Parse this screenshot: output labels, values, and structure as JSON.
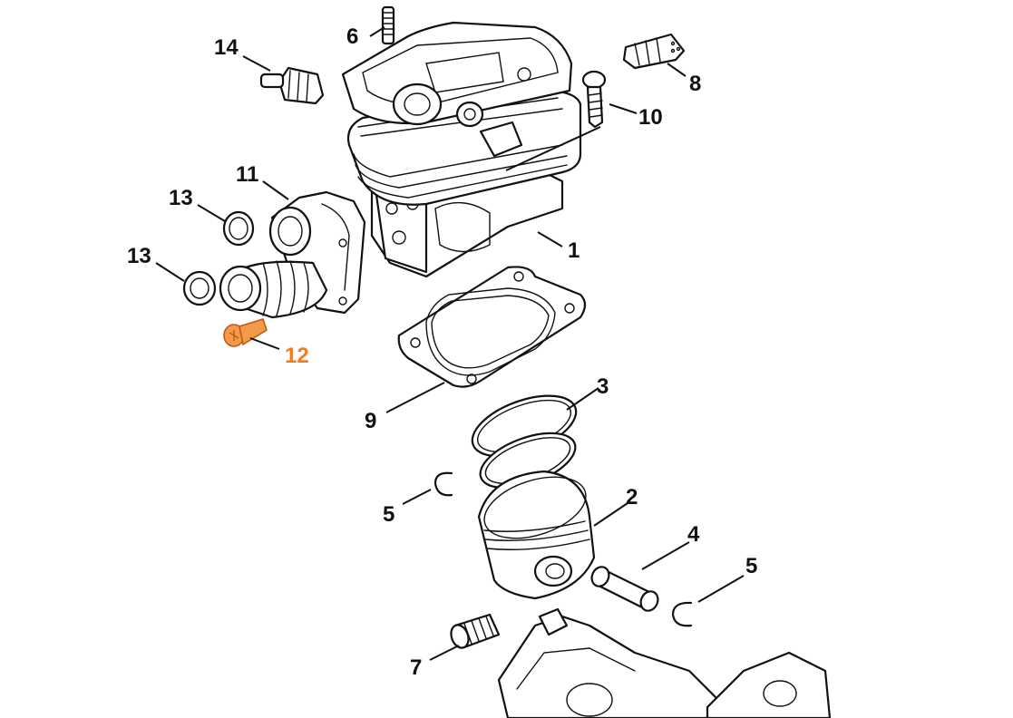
{
  "diagram": {
    "callouts": [
      {
        "id": "1",
        "label": "1"
      },
      {
        "id": "2",
        "label": "2"
      },
      {
        "id": "3",
        "label": "3"
      },
      {
        "id": "4",
        "label": "4"
      },
      {
        "id": "5a",
        "label": "5"
      },
      {
        "id": "5b",
        "label": "5"
      },
      {
        "id": "6",
        "label": "6"
      },
      {
        "id": "7",
        "label": "7"
      },
      {
        "id": "8",
        "label": "8"
      },
      {
        "id": "9",
        "label": "9"
      },
      {
        "id": "10",
        "label": "10"
      },
      {
        "id": "11",
        "label": "11"
      },
      {
        "id": "12",
        "label": "12",
        "highlighted": true
      },
      {
        "id": "13a",
        "label": "13"
      },
      {
        "id": "13b",
        "label": "13"
      },
      {
        "id": "14",
        "label": "14"
      }
    ],
    "highlight_color": "#ef7d22",
    "line_color": "#111111"
  }
}
